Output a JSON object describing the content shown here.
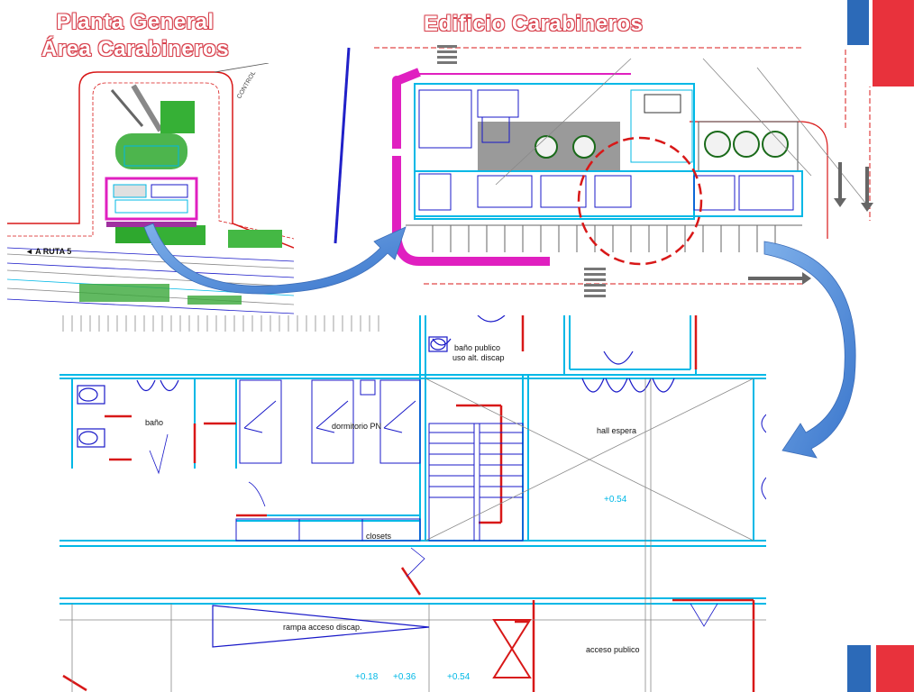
{
  "titles": {
    "planta_line1": "Planta General",
    "planta_line2": "Área Carabineros",
    "edificio": "Edificio Carabineros"
  },
  "site_plan": {
    "road_label": "◄ A RUTA 5",
    "tag_text": "CONTROL"
  },
  "detail_plan": {
    "rooms": {
      "bano": "baño",
      "dormitorio": "dormitorio PN",
      "closets": "closets",
      "bano_publico_1": "baño publico",
      "bano_publico_2": "uso alt. discap",
      "hall_espera": "hall espera",
      "rampa": "rampa acceso discap.",
      "acceso_publico": "acceso publico"
    },
    "levels": {
      "hall": "+0.54",
      "rampa_1": "+0.18",
      "rampa_2": "+0.36",
      "rampa_3": "+0.54"
    }
  },
  "colors": {
    "title_outline": "#d8424e",
    "cad_cyan": "#00b8e6",
    "cad_magenta": "#e020c0",
    "cad_red": "#d81818",
    "cad_blue": "#1818c8",
    "cad_green": "#20a020",
    "arrow_blue": "#4a86d8",
    "flag_blue": "#2c6ab8",
    "flag_red": "#e8323c"
  }
}
